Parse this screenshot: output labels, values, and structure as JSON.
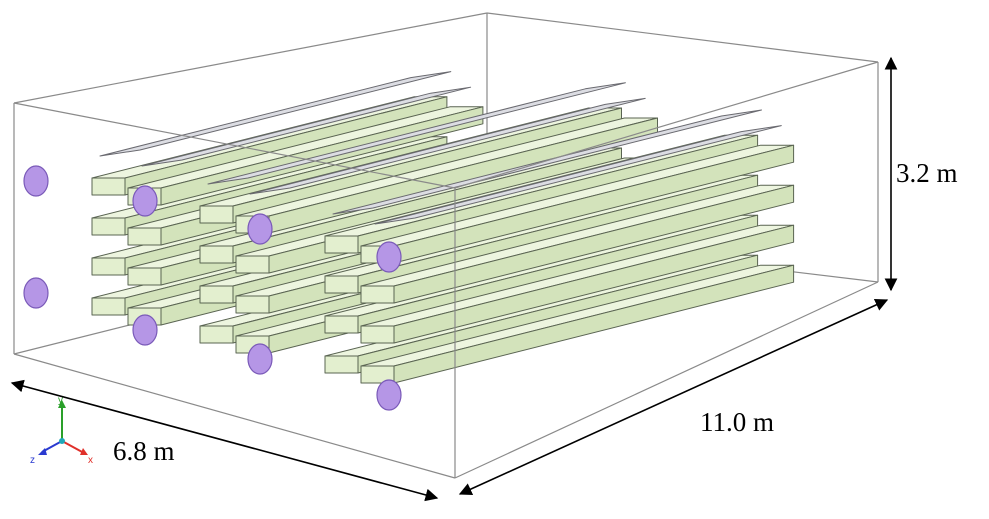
{
  "dimensions": {
    "height": "3.2 m",
    "length": "11.0 m",
    "width": "6.8 m"
  },
  "axes": {
    "x": "x",
    "y": "y",
    "z": "z"
  },
  "colors": {
    "box_edge": "#8a8a8a",
    "beam_fill": "#e3efcf",
    "beam_edge": "#5a6452",
    "plate_fill": "#dcdde3",
    "plate_edge": "#6a6a70",
    "inlet_fill": "#b596e6",
    "inlet_edge": "#7a5ab8",
    "axis_x": "#e0302a",
    "axis_y": "#2aa02a",
    "axis_z": "#2a3ad0"
  }
}
